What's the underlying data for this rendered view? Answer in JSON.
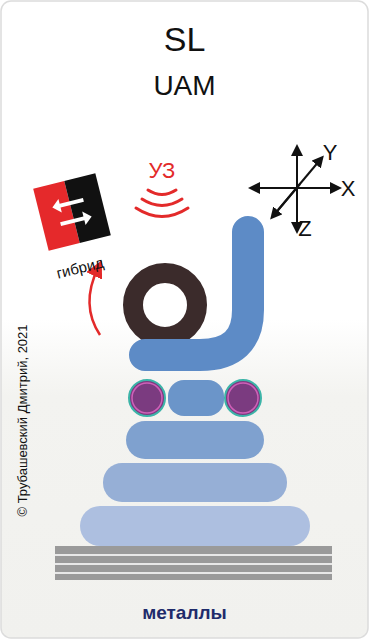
{
  "diagram": {
    "title": "SL",
    "caption": "металлы",
    "labels": [
      "UAM",
      "гибрид",
      "УЗ",
      "Y",
      "X",
      "Z",
      "© Трубашевский Дмитрий, 2021"
    ]
  }
}
